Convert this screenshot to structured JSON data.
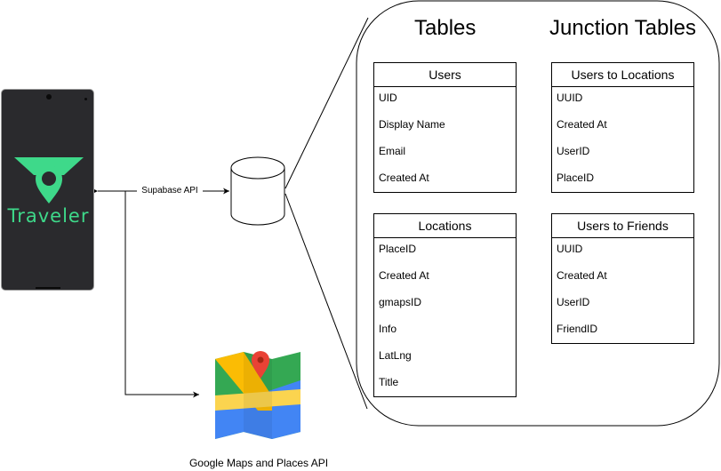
{
  "app": {
    "logo_text": "Traveler"
  },
  "connections": {
    "api_label": "Supabase API",
    "maps_label": "Google Maps and Places API"
  },
  "groups": {
    "tables_title": "Tables",
    "junction_title": "Junction Tables"
  },
  "tables": {
    "users": {
      "title": "Users",
      "fields": [
        "UID",
        "Display Name",
        "Email",
        "Created At"
      ]
    },
    "locations": {
      "title": "Locations",
      "fields": [
        "PlaceID",
        "Created At",
        "gmapsID",
        "Info",
        "LatLng",
        "Title"
      ]
    },
    "users_to_locations": {
      "title": "Users to Locations",
      "fields": [
        "UUID",
        "Created At",
        "UserID",
        "PlaceID"
      ]
    },
    "users_to_friends": {
      "title": "Users to Friends",
      "fields": [
        "UUID",
        "Created At",
        "UserID",
        "FriendID"
      ]
    }
  },
  "icons": {
    "phone": "phone-icon",
    "database": "database-cylinder-icon",
    "maps": "google-maps-icon",
    "logo": "map-pin-logo-icon"
  },
  "colors": {
    "logo_green": "#3ed98a",
    "phone_body": "#2a2a2d",
    "map_red": "#e94235",
    "map_green": "#34a853",
    "map_yellow": "#fbbc04",
    "map_blue": "#4285f4"
  }
}
